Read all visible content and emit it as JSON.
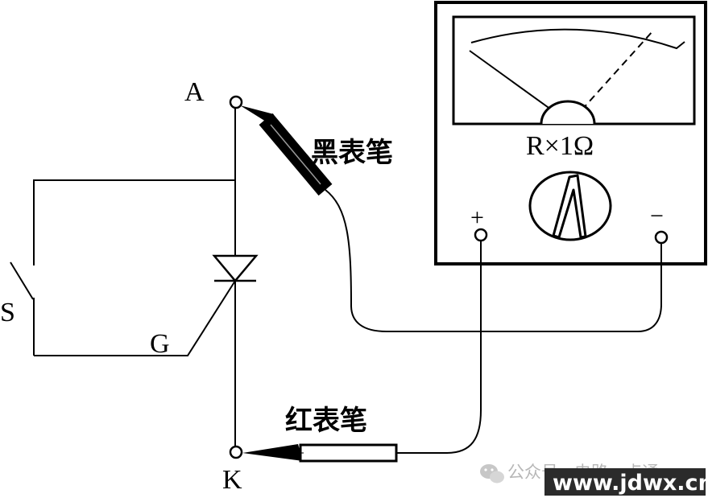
{
  "labels": {
    "anode": "A",
    "cathode": "K",
    "gate": "G",
    "switch": "S",
    "black_probe": "黑表笔",
    "red_probe": "红表笔",
    "meter_range": "R×1Ω",
    "plus_terminal": "+",
    "minus_terminal": "−"
  },
  "watermark": {
    "wechat_text": "公众号 · 电路一点通",
    "site": "www.jdwx.cn"
  }
}
